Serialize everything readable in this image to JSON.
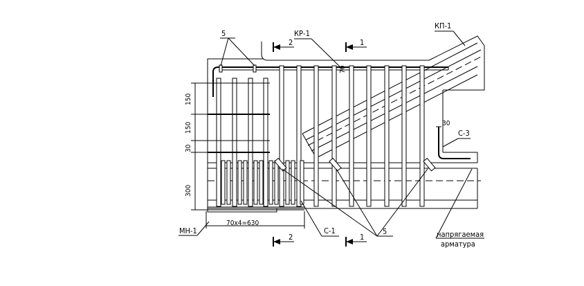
{
  "labels": {
    "kp1": "КП-1",
    "kr1": "КР-1",
    "mn1": "МН-1",
    "c1": "С-1",
    "c3": "С-3",
    "pos5": "5",
    "section1": "1",
    "section2": "2",
    "tendon_line1": "напрягаемая",
    "tendon_line2": "арматура"
  },
  "dimensions": {
    "d150a": "150",
    "d150b": "150",
    "d30": "30",
    "d300": "300",
    "d70": "70",
    "d30b": "30",
    "pitch": "70х4=630"
  }
}
